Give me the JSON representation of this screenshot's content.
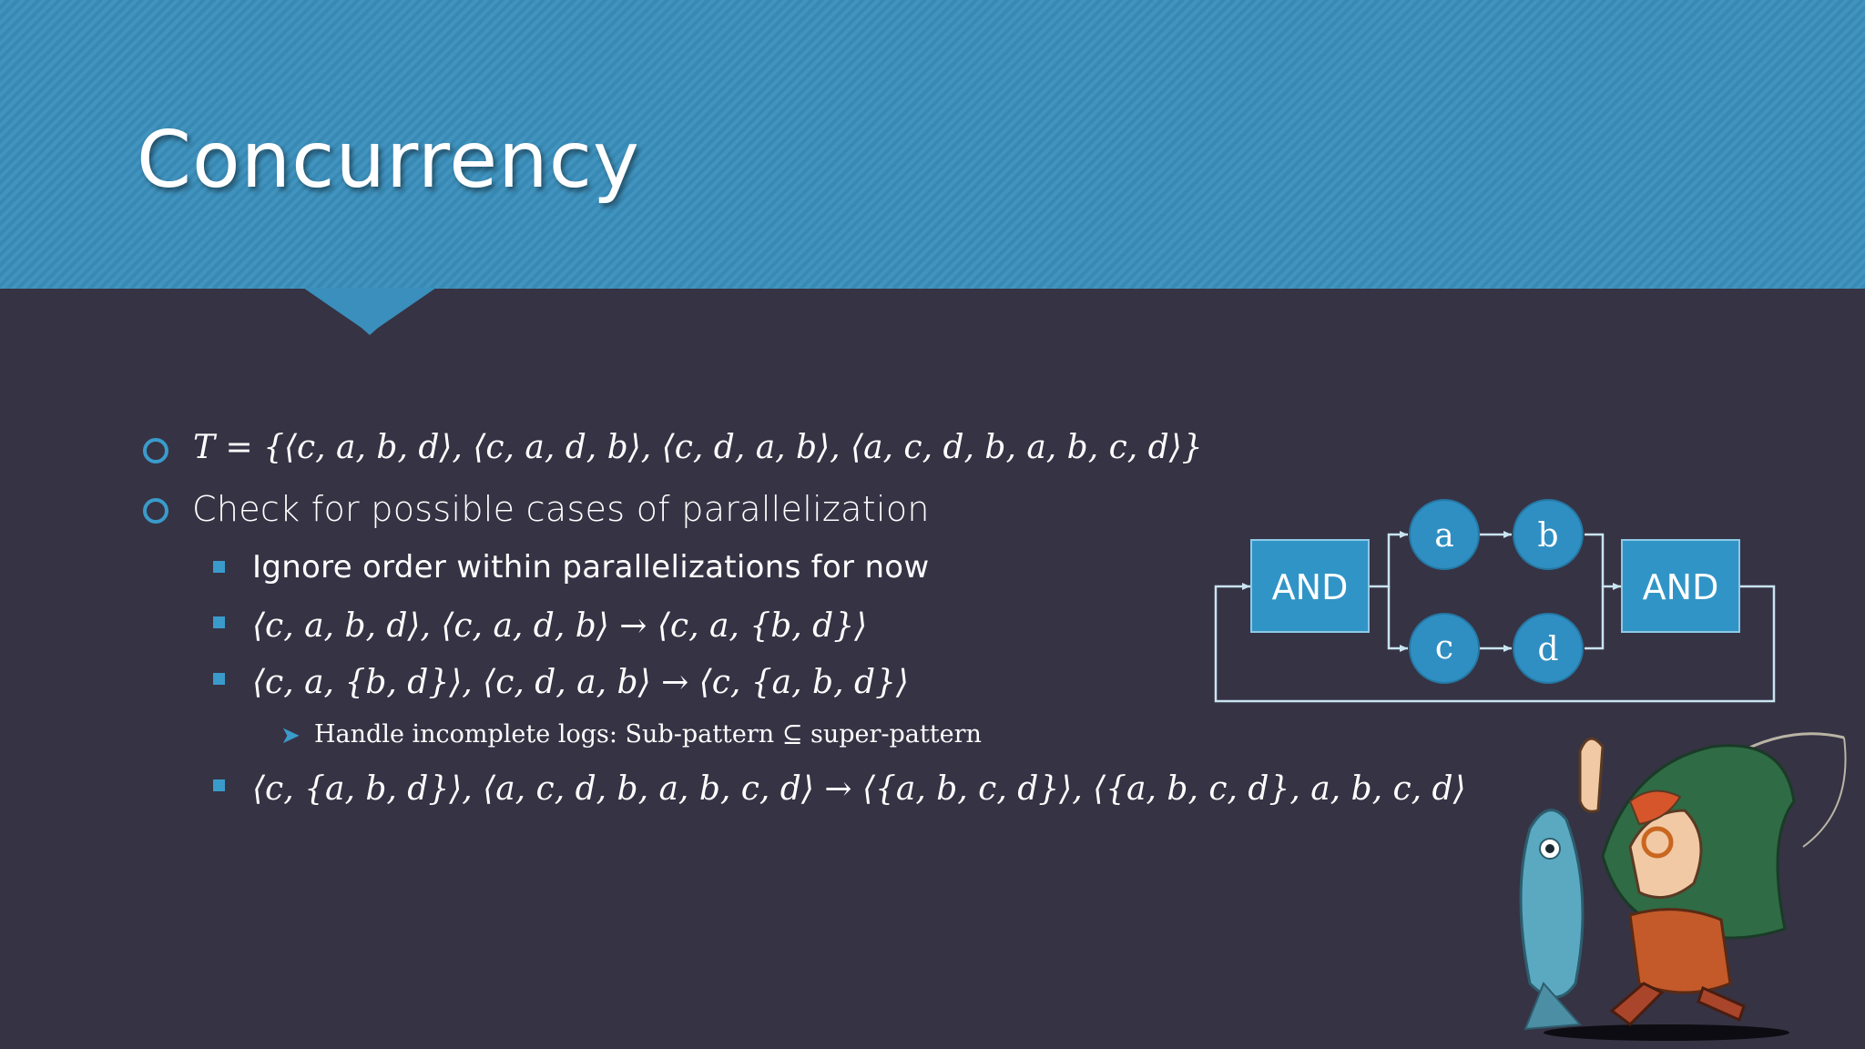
{
  "slide": {
    "title": "Concurrency",
    "bullets": [
      {
        "text": "T = {⟨c, a, b, d⟩, ⟨c, a, d, b⟩, ⟨c, d, a, b⟩, ⟨a, c, d, b, a, b, c, d⟩}"
      },
      {
        "text": "Check for possible cases of parallelization"
      }
    ],
    "sub_bullets": [
      {
        "text": "Ignore order within parallelizations for now"
      },
      {
        "text": "⟨c, a, b, d⟩, ⟨c, a, d, b⟩ → ⟨c, a, {b, d}⟩"
      },
      {
        "text": "⟨c, a, {b, d}⟩, ⟨c, d, a, b⟩ → ⟨c, {a, b, d}⟩"
      },
      {
        "text": "⟨c, {a, b, d}⟩, ⟨a, c, d, b, a, b, c, d⟩ → ⟨{a, b, c, d}⟩, ⟨{a, b, c, d}, a, b, c, d⟩"
      }
    ],
    "sub_sub_bullets": [
      {
        "text": "Handle incomplete logs: Sub-pattern ⊆ super-pattern"
      }
    ]
  },
  "diagram": {
    "left_gate": "AND",
    "right_gate": "AND",
    "nodes": {
      "a": "a",
      "b": "b",
      "c": "c",
      "d": "d"
    }
  },
  "colors": {
    "header": "#3a8fbc",
    "background": "#363344",
    "accent": "#3a9bcb",
    "node_fill": "#2f8fc2",
    "gate_fill": "#3194c6",
    "line": "#c9e4f1"
  },
  "icons": {
    "level1_bullet": "hollow-circle",
    "level2_bullet": "filled-square",
    "level3_bullet": "arrowhead"
  }
}
